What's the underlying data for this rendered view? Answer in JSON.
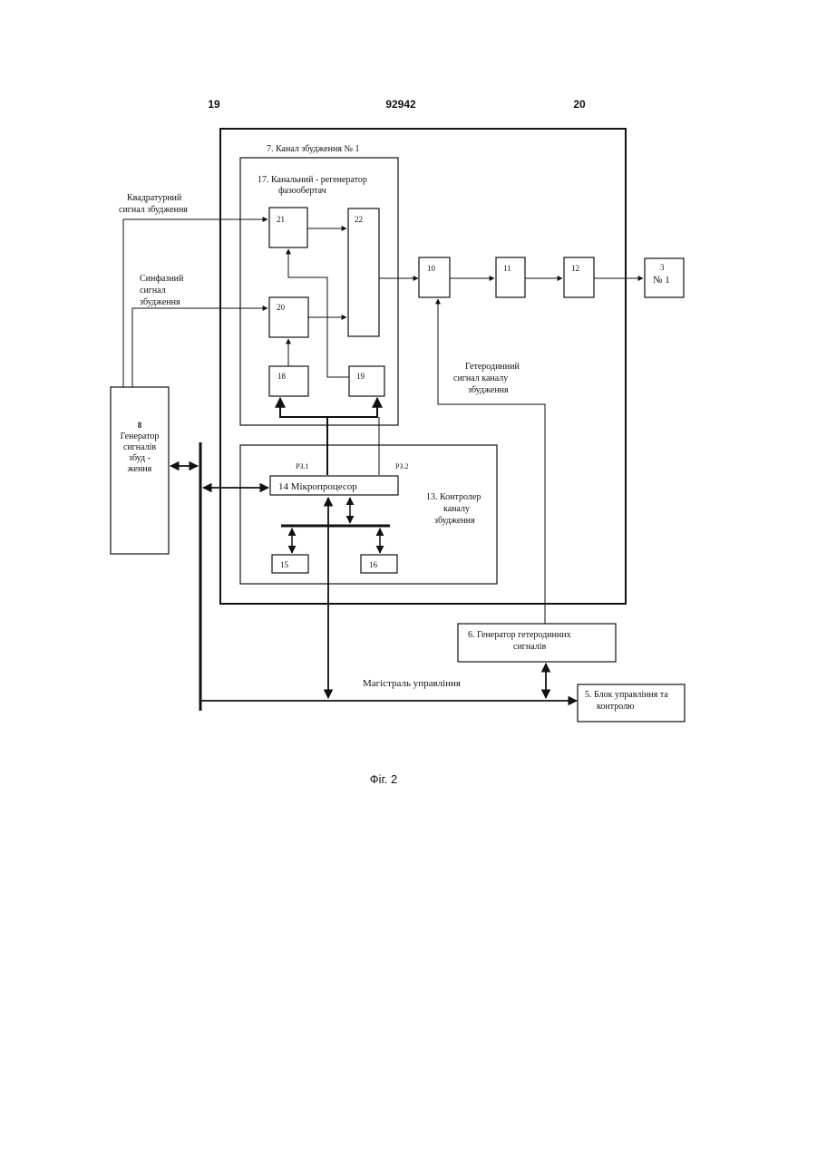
{
  "header": {
    "page_left": "19",
    "patent_number": "92942",
    "page_right": "20"
  },
  "figure": {
    "caption": "Фіг. 2",
    "channel_title": "7. Канал збудження № 1",
    "regen_title_line1": "17. Канальний - регенератор",
    "regen_title_line2": "фазообертач",
    "block_21": "21",
    "block_22": "22",
    "block_20": "20",
    "block_18": "18",
    "block_19": "19",
    "block_10": "10",
    "block_11": "11",
    "block_12": "12",
    "block_3_line1": "3",
    "block_3_line2": "№ 1",
    "block_15": "15",
    "block_16": "16",
    "microprocessor": "14  Мікропроцесор",
    "rz1": "РЗ.1",
    "rz2": "РЗ.2",
    "controller_line1": "13. Контролер",
    "controller_line2": "каналу",
    "controller_line3": "збудження",
    "quad_line1": "Квадратурний",
    "quad_line2": "сигнал збудження",
    "inphase_line1": "Синфазний",
    "inphase_line2": "сигнал",
    "inphase_line3": "збудження",
    "generator_line1": "8",
    "generator_line2": "Генератор",
    "generator_line3": "сигналів",
    "generator_line4": "збуд -",
    "generator_line5": "ження",
    "heterodyne_label_line1": "Гетеродинний",
    "heterodyne_label_line2": "сигнал каналу",
    "heterodyne_label_line3": "збудження",
    "heterodyne_gen_line1": "6. Генератор гетеродинних",
    "heterodyne_gen_line2": "сигналів",
    "bus_label": "Магістраль  управління",
    "control_unit_line1": "5. Блок управління та",
    "control_unit_line2": "контролю"
  }
}
